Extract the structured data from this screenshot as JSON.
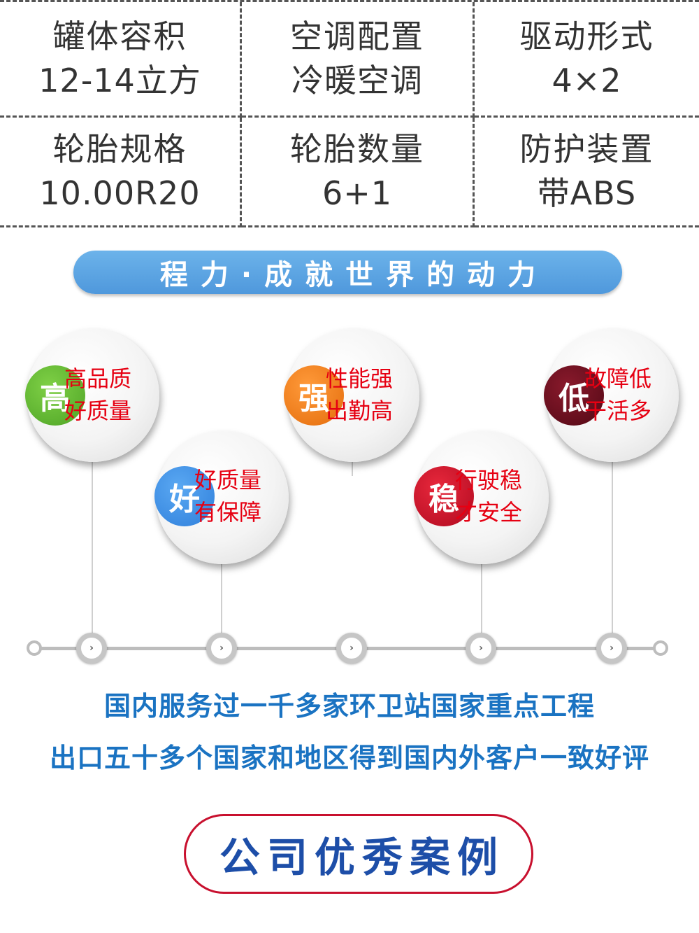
{
  "specs": [
    {
      "label": "罐体容积",
      "value": "12-14立方"
    },
    {
      "label": "空调配置",
      "value": "冷暖空调"
    },
    {
      "label": "驱动形式",
      "value": "4×2"
    },
    {
      "label": "轮胎规格",
      "value": "10.00R20"
    },
    {
      "label": "轮胎数量",
      "value": "6+1"
    },
    {
      "label": "防护装置",
      "value": "带ABS"
    }
  ],
  "banner": {
    "text": "程力·成就世界的动力"
  },
  "features": [
    {
      "badge": "高",
      "line1": "高品质",
      "line2": "好质量",
      "color": "#5cb531"
    },
    {
      "badge": "好",
      "line1": "好质量",
      "line2": "有保障",
      "color": "#3b8fe6"
    },
    {
      "badge": "强",
      "line1": "性能强",
      "line2": "出勤高",
      "color": "#ef7d16"
    },
    {
      "badge": "稳",
      "line1": "行驶稳",
      "line2": "才安全",
      "color": "#c8102e"
    },
    {
      "badge": "低",
      "line1": "故障低",
      "line2": "干活多",
      "color": "#6b0d1e"
    }
  ],
  "timeline": {
    "node_glyph": "›"
  },
  "intro": {
    "line1": "国内服务过一千多家环卫站国家重点工程",
    "line2": "出口五十多个国家和地区得到国内外客户一致好评"
  },
  "case_button": {
    "label": "公司优秀案例"
  }
}
